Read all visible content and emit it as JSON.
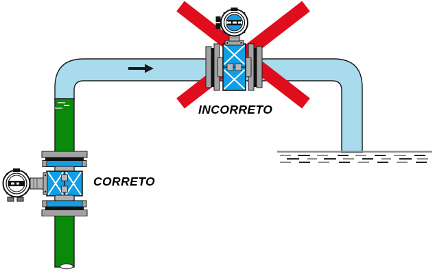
{
  "labels": {
    "correct": "CORRETO",
    "incorrect": "INCORRETO"
  },
  "flow": {
    "arrow_direction": "right"
  },
  "colors": {
    "background": "#FFFFFF",
    "pipe": "#A8DBEC",
    "green_pipe": "#0A8A0A",
    "meter": "#119EE4",
    "cross_red": "#E00D1D",
    "flange_gray": "#A2A2A2",
    "neck_gray": "#B5B5B5",
    "outline": "#1A1A1A",
    "water": "#8C8C8C",
    "label_text": "#000000"
  }
}
